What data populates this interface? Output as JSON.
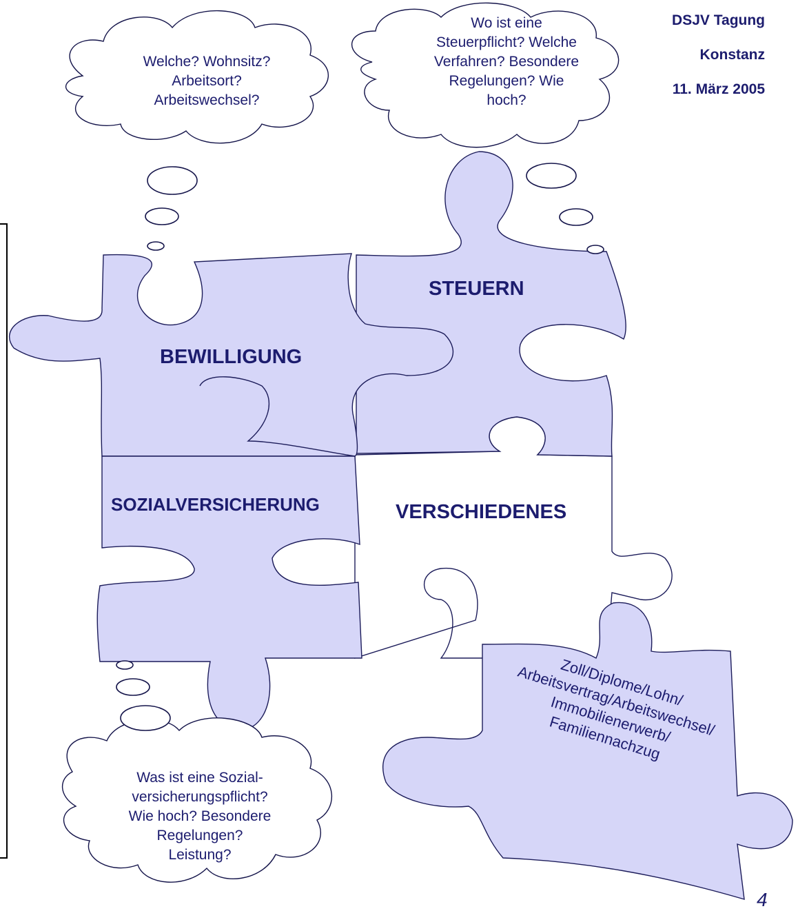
{
  "header": {
    "line1": "DSJV Tagung",
    "line2": "Konstanz",
    "line3": "11. März 2005"
  },
  "pieces": {
    "bewilligung": "BEWILLIGUNG",
    "steuern": "STEUERN",
    "sozialversicherung": "SOZIALVERSICHERUNG",
    "verschiedenes": "VERSCHIEDENES",
    "detail_lines": [
      "Zoll/Diplome/Lohn/",
      "Arbeitsvertrag/Arbeitswechsel/",
      "Immobilienerwerb/",
      "Familiennachzug"
    ]
  },
  "clouds": {
    "bewilligung_lines": [
      "Welche? Wohnsitz?",
      "Arbeitsort?",
      "Arbeitswechsel?"
    ],
    "steuern_lines": [
      "Wo ist eine",
      "Steuerpflicht? Welche",
      "Verfahren? Besondere",
      "Regelungen? Wie",
      "hoch?"
    ],
    "sozial_lines": [
      "Was ist eine Sozial-",
      "versicherungspflicht?",
      "Wie hoch? Besondere",
      "Regelungen?",
      "Leistung?"
    ]
  },
  "colors": {
    "piece_fill": "#d6d6f8",
    "text": "#1c1c6e",
    "outline": "#1c1c5a"
  },
  "page_number": "4"
}
